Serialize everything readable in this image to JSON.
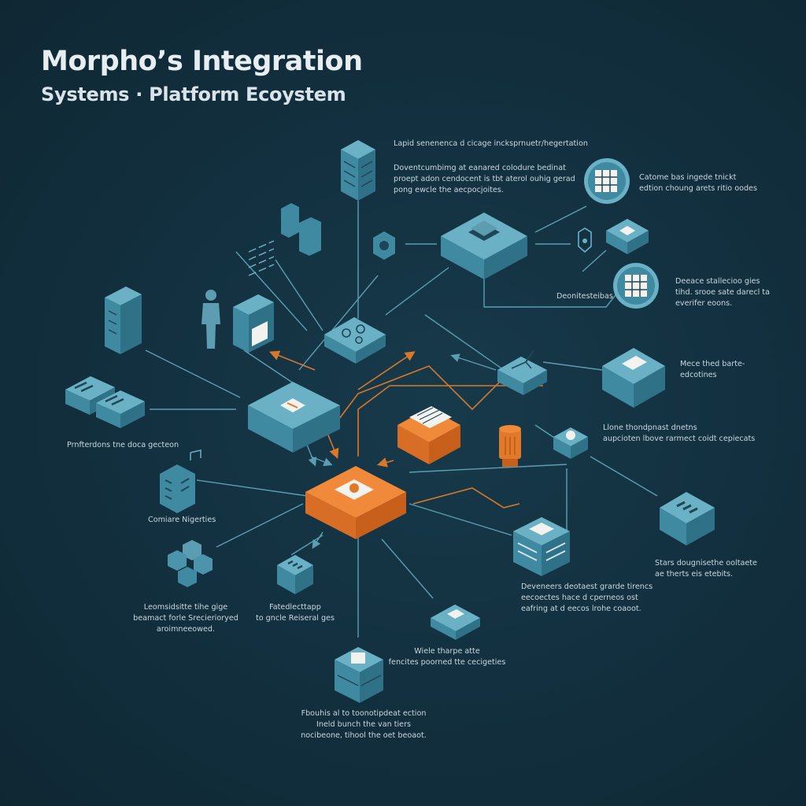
{
  "header": {
    "title": "Morpho’s Integration",
    "subtitle": "Systems · Platform Ecoystem"
  },
  "labels": {
    "top_center_heading": "Lapid senenenca d cicage incksprnuetr/hegertation",
    "top_center_desc": [
      "Doventcumbimg at eanared colodure bedinat",
      "proept adon cendocent is tbt aterol ouhig gerad",
      "pong ewcle the aecpocjoites."
    ],
    "top_right_desc": [
      "Catome bas ingede tnickt",
      "edtion choung arets ritio oodes"
    ],
    "right_mid_center": "Deonitesteibas",
    "right_mid_desc": [
      "Deeace stallecioo gies",
      "tihd. srooe sate darecl ta",
      "everifer eoons."
    ],
    "right_3_desc": [
      "Mece thed barte-",
      "edcotines"
    ],
    "right_4_desc": [
      "Llone thondpnast dnetns",
      "aupcioten lbove rarmect coidt cepiecats"
    ],
    "right_5_desc": [
      "Stars dougnisethe ooltaete",
      "ae therts eis etebits."
    ],
    "right_6_desc": [
      "Deveneers deotaest grarde tirencs",
      "eecoectes hace d cperneos ost",
      "eafring at d eecos lrohe coaoot."
    ],
    "left_1": "Prnfterdons tne doca gecteon",
    "left_2": "Comiare Nigerties",
    "left_3": [
      "Leomsidsitte tihe gige",
      "beamact forle Srecierioryed",
      "aroimneeowed."
    ],
    "left_4": [
      "Fatedlecttapp",
      "to gncle Reiseral ges"
    ],
    "bottom_mid": [
      "Wiele tharpe atte",
      "fencites poorned tte cecigeties"
    ],
    "bottom": [
      "Fbouhis al to toonotipdeat ection",
      "Ineld bunch the van tiers",
      "nocibeone, tihool the oet beoaot."
    ]
  },
  "palette": {
    "background": "#122f3e",
    "node_top": "#6ab1c6",
    "node_side": "#3f8aa1",
    "node_front": "#2f7288",
    "accent_top": "#f08a3a",
    "accent_front": "#c85f1a",
    "line": "#5d9db1",
    "flow": "#d9782a",
    "text": "#c9d7de"
  }
}
